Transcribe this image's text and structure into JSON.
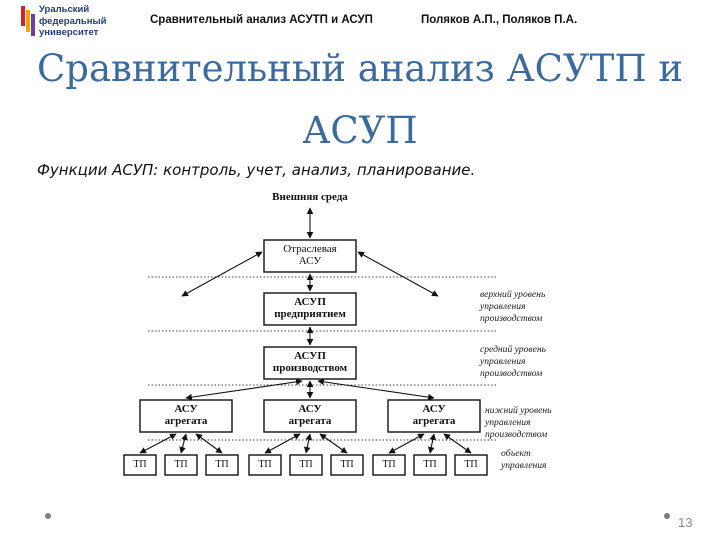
{
  "logo": {
    "text": "Уральский\nфедеральный\nуниверситет",
    "colors": [
      "#d2232a",
      "#f5a300",
      "#6c3f99",
      "#1f3d7a"
    ]
  },
  "header": {
    "left": "Сравнительный анализ АСУТП и АСУП",
    "right": "Поляков А.П., Поляков П.А."
  },
  "title": "Сравнительный анализ АСУТП и\nАСУП",
  "subtitle": "Функции АСУП: контроль, учет, анализ, планирование.",
  "diagram": {
    "external": "Внешняя среда",
    "boxes": {
      "industry": "Отраслевая\nАСУ",
      "enterprise": "АСУП\nпредприятием",
      "production": "АСУП\nпроизводством",
      "aggregate": "АСУ\nагрегата"
    },
    "tp": "ТП",
    "levels": [
      "верхний уровень\nуправления\nпроизводством",
      "средний уровень\nуправления\nпроизводством",
      "нижний уровень\nуправления\nпроизводством",
      "объект\nуправления"
    ]
  },
  "page_number": "13",
  "colors": {
    "title": "#3a6a9e",
    "dots": "#7f7f7f"
  }
}
